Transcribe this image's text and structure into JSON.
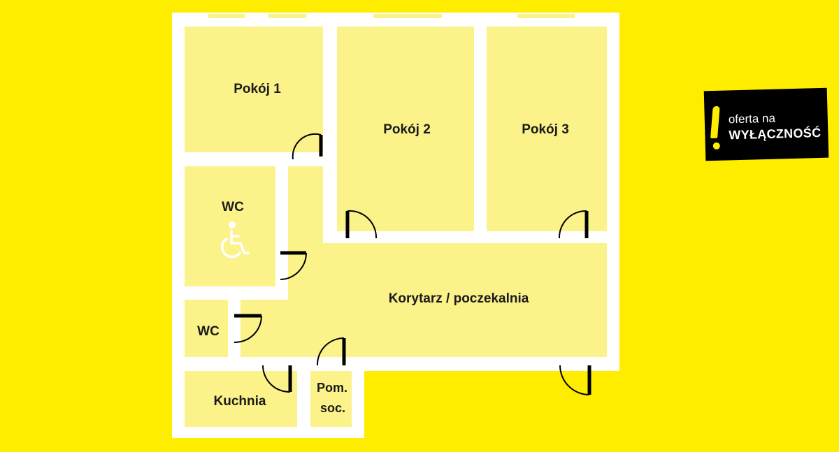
{
  "rooms": {
    "pokoj1": "Pokój 1",
    "pokoj2": "Pokój 2",
    "pokoj3": "Pokój 3",
    "wc_accessible": "WC",
    "wc_small": "WC",
    "korytarz": "Korytarz / poczekalnia",
    "kuchnia": "Kuchnia",
    "pom_line1": "Pom.",
    "pom_line2": "soc."
  },
  "badge": {
    "line1": "oferta na",
    "line2": "WYŁĄCZNOŚĆ"
  },
  "icons": {
    "accessibility": "wheelchair-icon",
    "exclamation": "exclamation-icon"
  },
  "colors": {
    "background": "#FFED00",
    "room_fill": "#FBF28A",
    "wall": "#FFFFFF",
    "door": "#000000",
    "badge_bg": "#000000"
  }
}
